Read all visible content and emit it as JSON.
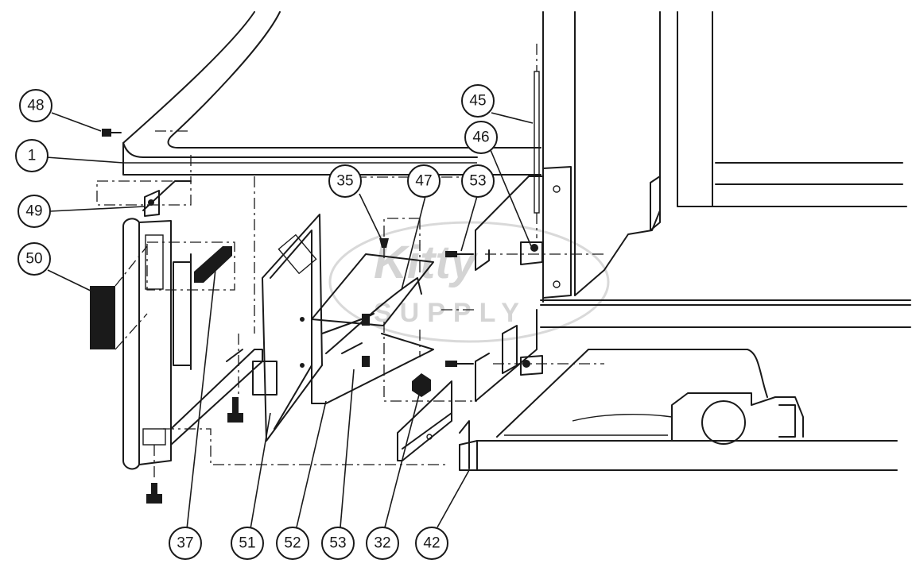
{
  "diagram": {
    "watermark": {
      "line1": "Kitty",
      "line2": "SUPPLY"
    },
    "callouts": [
      {
        "id": "c48",
        "label": "48"
      },
      {
        "id": "c1",
        "label": "1"
      },
      {
        "id": "c49",
        "label": "49"
      },
      {
        "id": "c50",
        "label": "50"
      },
      {
        "id": "c35",
        "label": "35"
      },
      {
        "id": "c47",
        "label": "47"
      },
      {
        "id": "c53a",
        "label": "53"
      },
      {
        "id": "c45",
        "label": "45"
      },
      {
        "id": "c46",
        "label": "46"
      },
      {
        "id": "c37",
        "label": "37"
      },
      {
        "id": "c51",
        "label": "51"
      },
      {
        "id": "c52",
        "label": "52"
      },
      {
        "id": "c53b",
        "label": "53"
      },
      {
        "id": "c32",
        "label": "32"
      },
      {
        "id": "c42",
        "label": "42"
      }
    ]
  }
}
